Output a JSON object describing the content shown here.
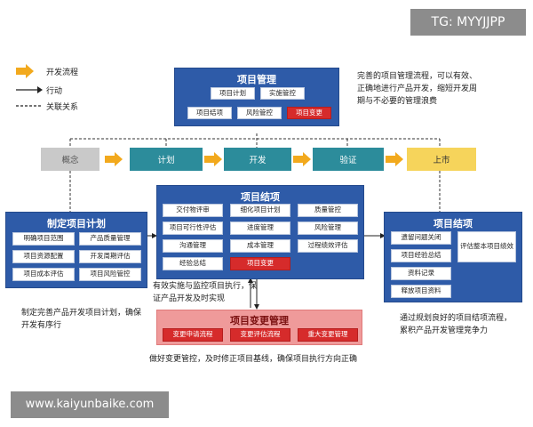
{
  "watermarks": {
    "tg": "TG: MYYJJPP",
    "site": "www.kaiyunbaike.com"
  },
  "legend": {
    "flow": "开发流程",
    "action": "行动",
    "relation": "关联关系"
  },
  "pm_box": {
    "title": "项目管理",
    "items": [
      "项目计划",
      "实施管控",
      "项目结项",
      "风险管控",
      "项目变更"
    ],
    "highlight": "项目变更"
  },
  "pm_note": "完善的项目管理流程，可以有效、正确地进行产品开发，缩短开发周期与不必要的管理浪费",
  "phases": [
    "概念",
    "计划",
    "开发",
    "验证",
    "上市"
  ],
  "plan_box": {
    "title": "制定项目计划",
    "items": [
      "明确项目范围",
      "产品质量管理",
      "项目资源配置",
      "开发周期评估",
      "项目成本评估",
      "项目风险管控"
    ]
  },
  "plan_note": "制定完善产品开发项目计划，确保开发有序行",
  "center_box": {
    "title": "项目结项",
    "items": [
      "交付物评审",
      "细化项目计划",
      "质量管控",
      "项目可行性评估",
      "进度管理",
      "风险管理",
      "沟通管理",
      "成本管理",
      "过程绩效评估",
      "经验总结",
      "项目变更"
    ],
    "highlight": "项目变更"
  },
  "center_note": "有效实施与监控项目执行，保证产品开发及时实现",
  "close_box": {
    "title": "项目结项",
    "items": [
      "遗留问题关闭",
      "项目经验总结",
      "资料记录",
      "释放项目资料"
    ],
    "side_item": "评估整本项目绩效"
  },
  "close_note": "通过规划良好的项目结项流程，累积产品开发管理竞争力",
  "change_box": {
    "title": "项目变更管理",
    "items": [
      "变更申请流程",
      "变更评估流程",
      "重大变更管理"
    ]
  },
  "change_note": "做好变更管控，及时修正项目基线，确保项目执行方向正确",
  "colors": {
    "blue": "#2e5ba8",
    "teal": "#2c8c9b",
    "red": "#d62b2b",
    "pink": "#ef9a9a",
    "gray": "#c9c9c9",
    "yellow": "#f6d45b",
    "arrow": "#f2a91d"
  }
}
